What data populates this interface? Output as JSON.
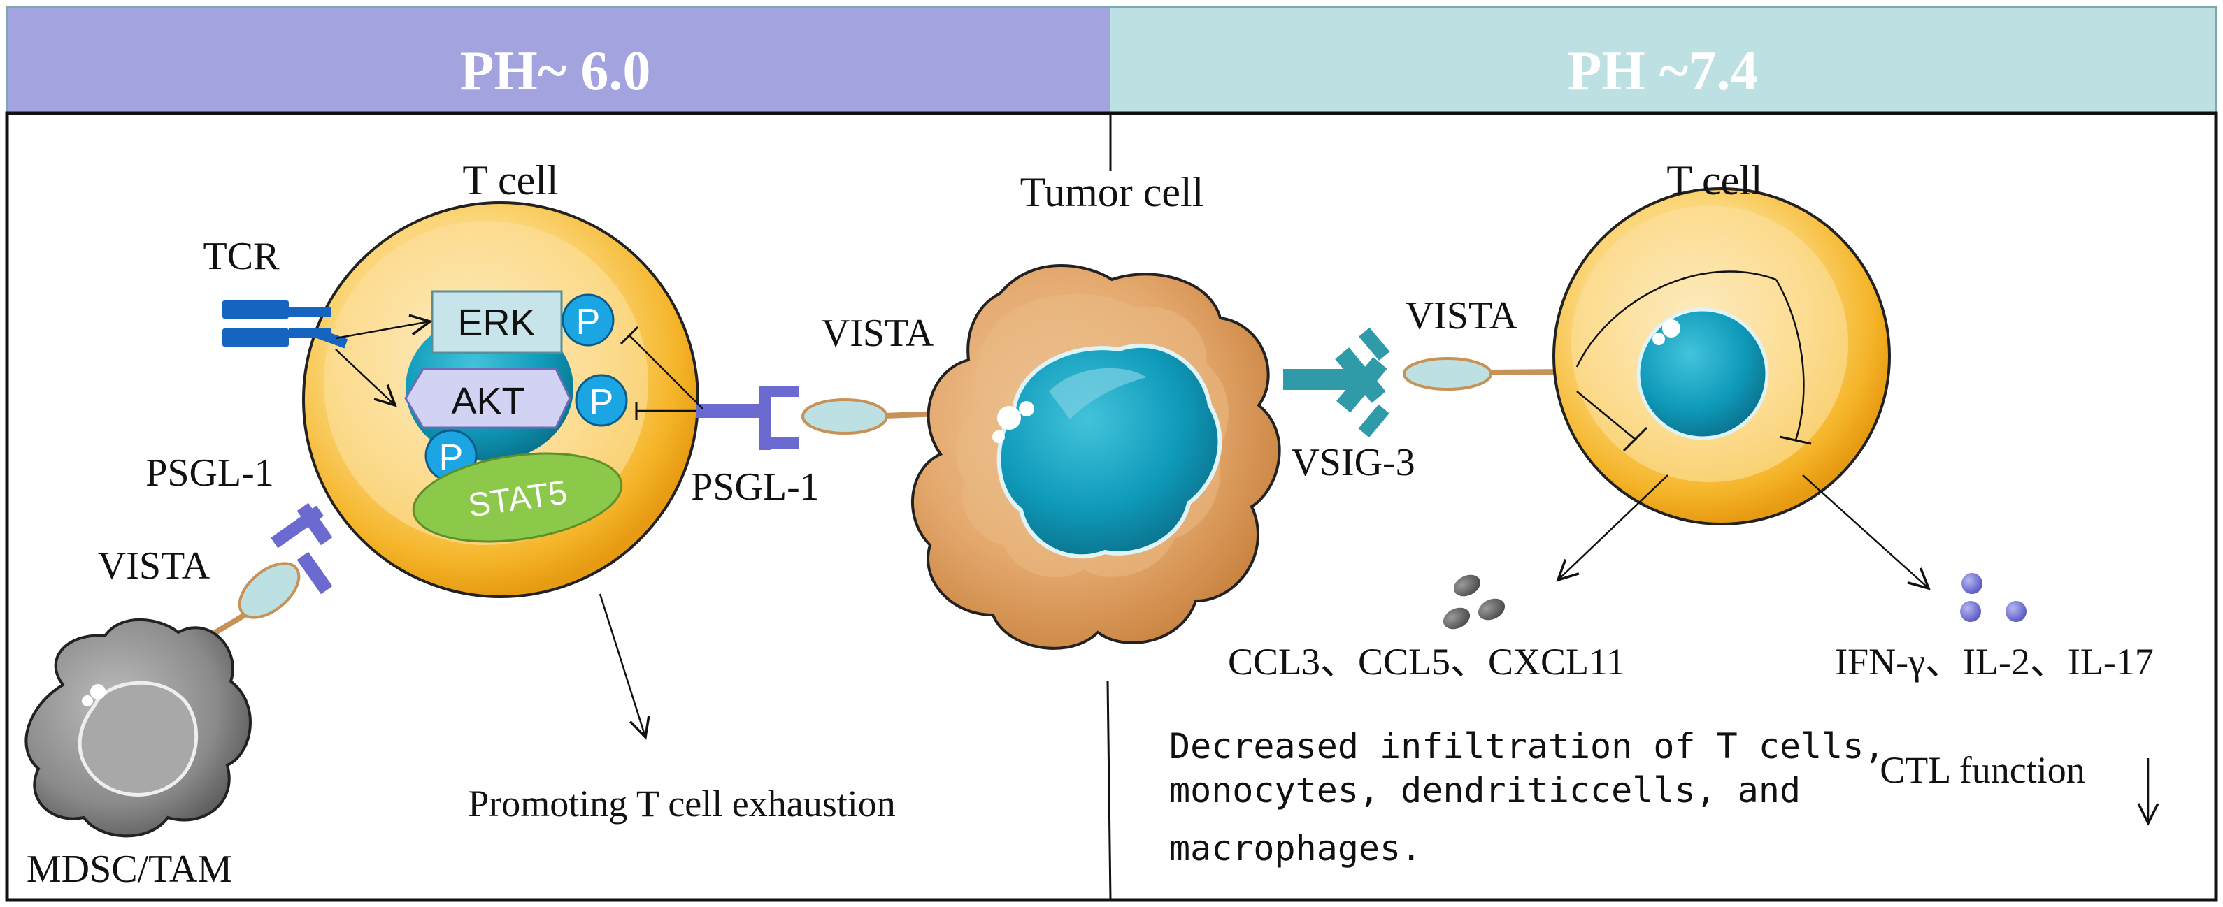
{
  "header": {
    "left_title": "PH~ 6.0",
    "right_title": "PH ~7.4",
    "left_color": "#a3a3e0",
    "right_color": "#bde0e2"
  },
  "labels": {
    "t_cell_left": "T cell",
    "tcr": "TCR",
    "psgl1_left": "PSGL-1",
    "vista_left": "VISTA",
    "mdsc": "MDSC/TAM",
    "erk": "ERK",
    "akt": "AKT",
    "stat5": "STAT5",
    "phospho": "P",
    "psgl1_mid": "PSGL-1",
    "vista_mid": "VISTA",
    "tumor_cell": "Tumor cell",
    "vsig3": "VSIG-3",
    "vista_right": "VISTA",
    "t_cell_right": "T cell",
    "chemokines": "CCL3、CCL5、CXCL11",
    "cytokines": "IFN-γ、IL-2、IL-17",
    "exhaustion": "Promoting T cell exhaustion",
    "infiltration_line1": "Decreased infiltration of T cells,",
    "infiltration_line2": "monocytes, dendriticcells, and",
    "infiltration_line3": "macrophages.",
    "ctl": "CTL function"
  }
}
